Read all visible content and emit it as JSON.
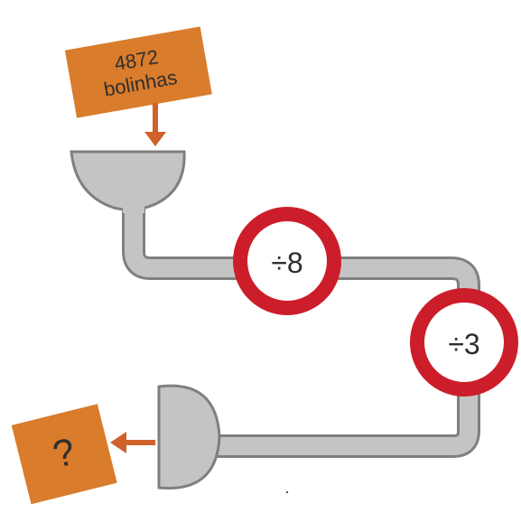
{
  "input_box": {
    "line1": "4872",
    "line2": "bolinhas"
  },
  "steps": [
    {
      "label": "÷8",
      "value": 8
    },
    {
      "label": "÷3",
      "value": 3
    }
  ],
  "output_box": {
    "label": "?"
  },
  "colors": {
    "box_fill": "#d97c2b",
    "arrow": "#d0612a",
    "pipe_fill": "#c4c4c4",
    "pipe_stroke": "#7f7f7f",
    "ring": "#cc1e2a"
  }
}
